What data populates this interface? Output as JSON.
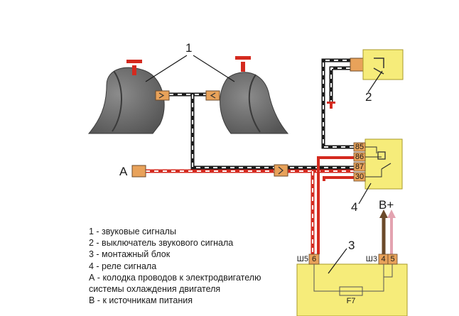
{
  "callouts": {
    "horns": "1",
    "switch": "2",
    "mount_block": "3",
    "relay": "4",
    "connector": "A",
    "supply": "B+"
  },
  "relay_pins": [
    "85",
    "86",
    "87",
    "30"
  ],
  "block_sockets": {
    "left_socket": "Ш5",
    "left_pin": "6",
    "right_socket": "Ш3",
    "right_pins": [
      "4",
      "5"
    ]
  },
  "fuse_label": "F7",
  "legend": [
    "1 - звуковые сигналы",
    "2 - выключатель звукового сигнала",
    "3 - монтажный блок",
    "4 - реле сигнала",
    "А - колодка проводов к электродвигателю",
    "системы охлаждения двигателя",
    "В - к источникам питания"
  ],
  "colors": {
    "horn_body": "#6e6e6e",
    "horn_terminal": "#d42a1f",
    "component_fill": "#f6ec7a",
    "connector_fill": "#e8a25a",
    "wire_black": "#1a1a1a",
    "wire_red": "#d42a1f",
    "wire_white": "#ffffff",
    "wire_brown": "#6b4a2a",
    "wire_pink": "#e3a3b0"
  }
}
